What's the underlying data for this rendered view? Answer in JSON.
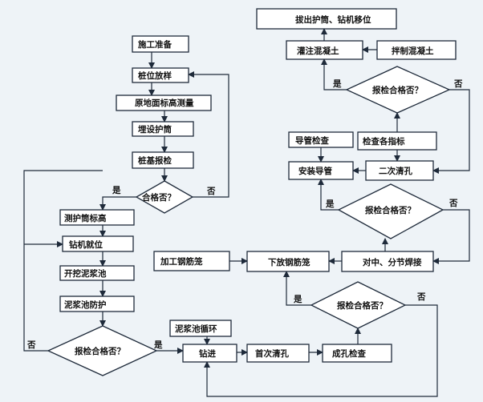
{
  "diagram": {
    "nodes": {
      "n_prepare": "施工准备",
      "n_pile_layout": "桩位放样",
      "n_ground_measure": "原地面标高测量",
      "n_bury_casing": "埋设护筒",
      "n_pile_check": "桩基报检",
      "d_qualified_1": "合格否？",
      "n_measure_casing": "测护筒标高",
      "n_rig_position": "钻机就位",
      "n_dig_pit": "开挖泥浆池",
      "n_pit_protect": "泥浆池防护",
      "d_report_left": "报检合格否？",
      "n_mud_cycle": "泥浆池循环",
      "n_drilling": "钻进",
      "n_first_clean": "首次清孔",
      "n_hole_check": "成孔检查",
      "d_report_mid": "报检合格否？",
      "n_rebar_process": "加工钢筋笼",
      "n_lower_cage": "下放钢筋笼",
      "n_align_weld": "对中、分节焊接",
      "d_report_right": "报检合格否？",
      "n_install_pipe": "安装导管",
      "n_second_clean": "二次清孔",
      "n_pipe_check": "导管检查",
      "n_check_indices": "检查各指标",
      "d_report_top": "报检合格否？",
      "n_pour": "灌注混凝土",
      "n_mix": "拌制混凝土",
      "n_pull_casing": "拔出护筒、钻机移位"
    },
    "labels": {
      "yes": "是",
      "no": "否"
    }
  }
}
